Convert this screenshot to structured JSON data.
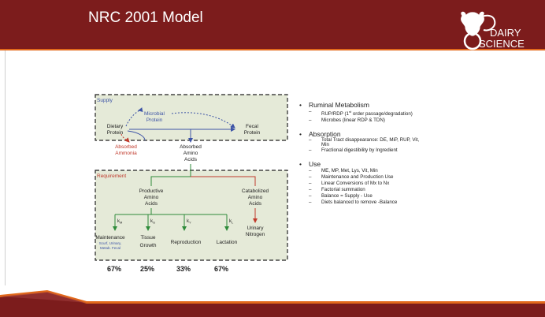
{
  "slide": {
    "title": "NRC 2001 Model",
    "logo": {
      "line1": "DAIRY",
      "line2": "SCIENCE"
    },
    "colors": {
      "header": "#7c1c1c",
      "accent": "#e2691b",
      "diagram_bg": "#e5ead8",
      "supply_label": "#3d54a6",
      "requirement_label": "#c0392b"
    }
  },
  "diagram": {
    "supply_label": "Supply",
    "requirement_label": "Requirement",
    "microbial_protein": [
      "Microbial",
      "Protein"
    ],
    "dietary_protein": [
      "Dietary",
      "Protein"
    ],
    "fecal_protein": [
      "Fecal",
      "Protein"
    ],
    "absorbed_ammonia": [
      "Absorbed",
      "Ammonia"
    ],
    "absorbed_amino_acids": [
      "Absorbed",
      "Amino",
      "Acids"
    ],
    "productive_amino_acids": [
      "Productive",
      "Amino",
      "Acids"
    ],
    "catabolized_amino_acids": [
      "Catabolized",
      "Amino",
      "Acids"
    ],
    "urinary_nitrogen": [
      "Urinary",
      "Nitrogen"
    ],
    "k_labels": [
      "kM",
      "kG",
      "kY",
      "kL"
    ],
    "k_parts": [
      [
        "k",
        "M"
      ],
      [
        "k",
        "G"
      ],
      [
        "k",
        "Y"
      ],
      [
        "k",
        "L"
      ]
    ],
    "maintenance": "Maintenance",
    "maintenance_sub": [
      "Scurf, Urinary,",
      "Metab. Fecal"
    ],
    "tissue_growth": [
      "Tissue",
      "Growth"
    ],
    "reproduction": "Reproduction",
    "lactation": "Lactation"
  },
  "percentages": [
    "67%",
    "25%",
    "33%",
    "67%"
  ],
  "bullets": [
    {
      "head": "Ruminal Metabolism",
      "sub": [
        "RUP/RDP (1st order passage/degradation)",
        "Microbes (linear RDP & TDN)"
      ]
    },
    {
      "head": "Absorption",
      "sub": [
        "Total Tract disappearance: DE, MiP, RUP, Vit, Min",
        "Fractional digestibility by Ingredient"
      ]
    },
    {
      "head": "Use",
      "sub": [
        "ME, MP, Met, Lys, Vit, Min",
        "Maintenance and Production Use",
        "Linear Conversions of Mx to Nx",
        "Factorial summation",
        "Balance = Supply - Use",
        "Diets balanced to remove -Balance"
      ]
    }
  ]
}
